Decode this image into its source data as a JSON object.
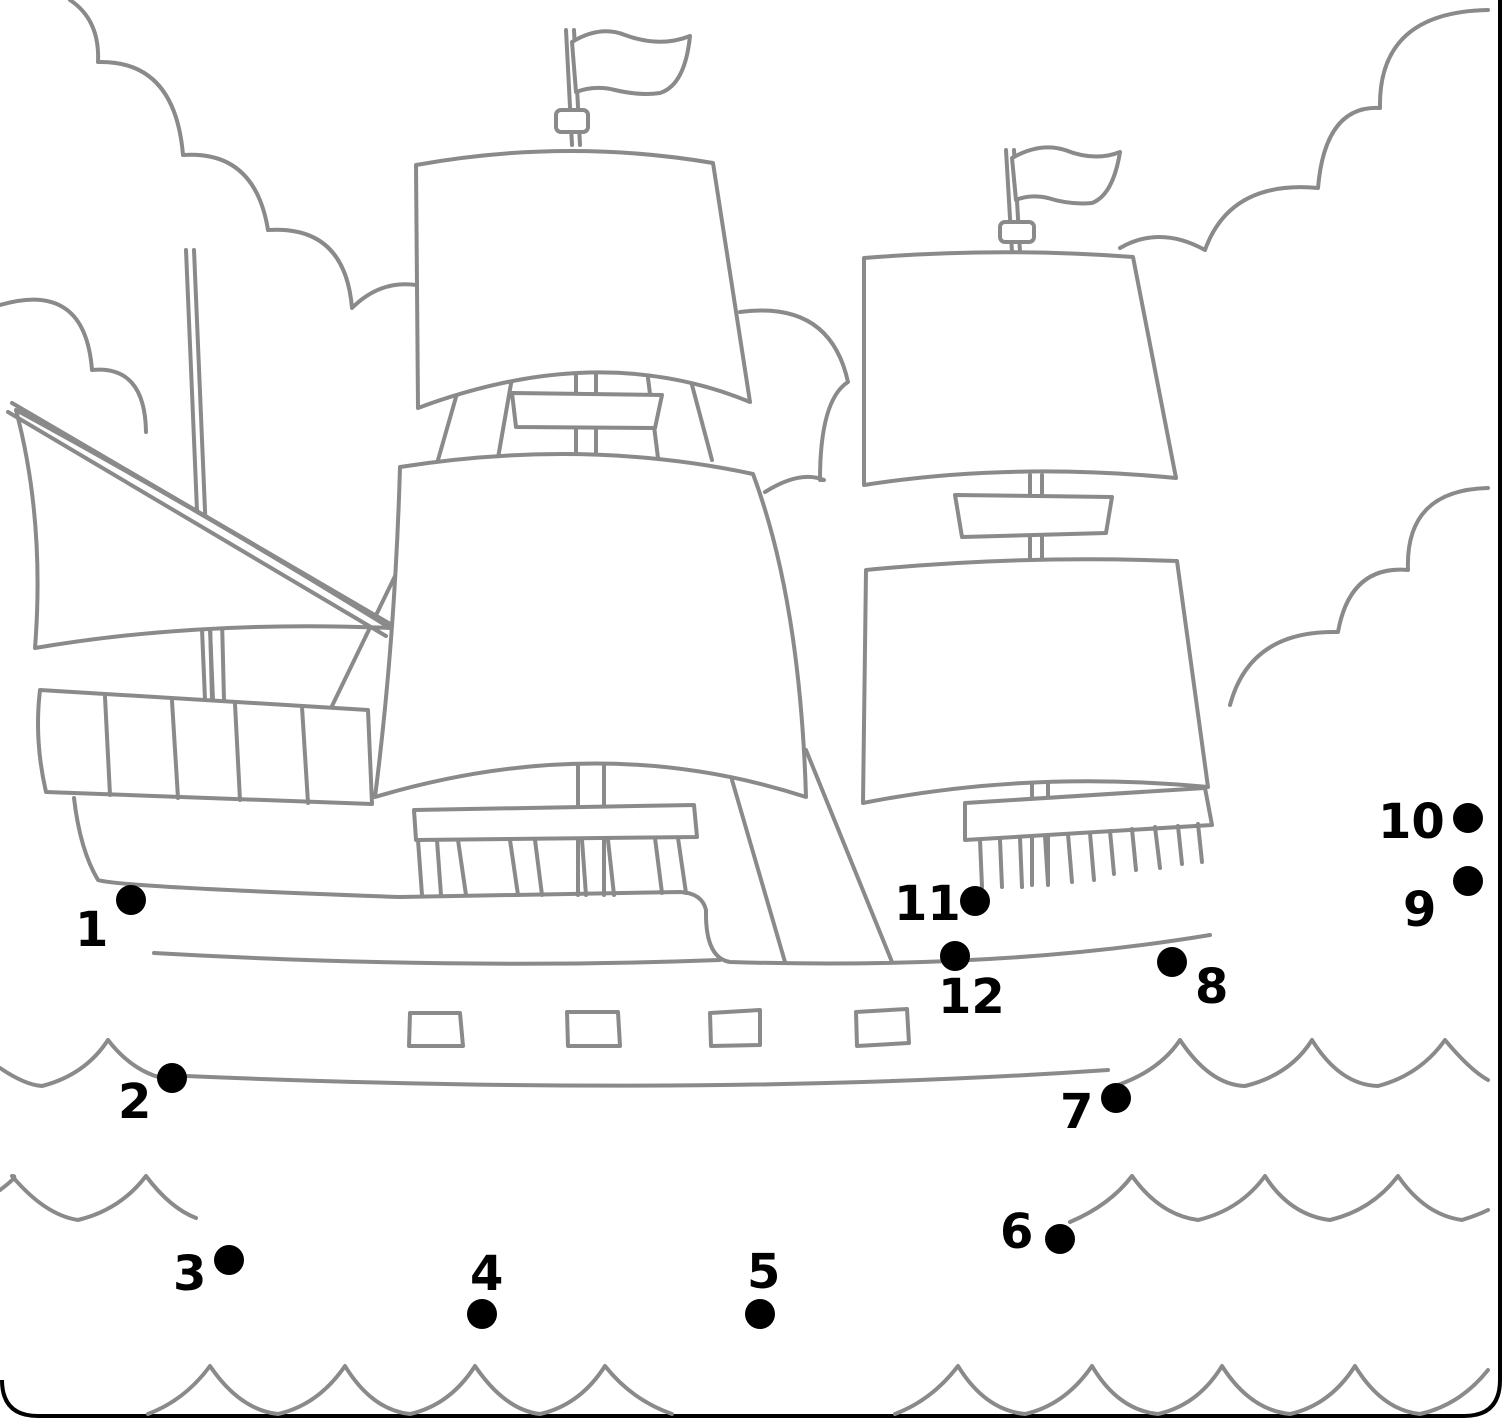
{
  "puzzle": {
    "dots": [
      {
        "n": "1"
      },
      {
        "n": "2"
      },
      {
        "n": "3"
      },
      {
        "n": "4"
      },
      {
        "n": "5"
      },
      {
        "n": "6"
      },
      {
        "n": "7"
      },
      {
        "n": "8"
      },
      {
        "n": "9"
      },
      {
        "n": "10"
      },
      {
        "n": "11"
      },
      {
        "n": "12"
      }
    ]
  }
}
